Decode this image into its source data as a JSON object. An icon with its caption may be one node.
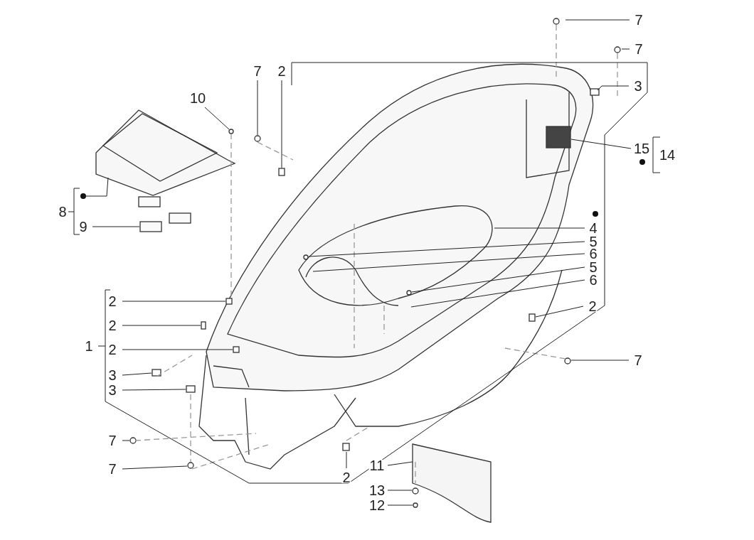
{
  "diagram": {
    "nodes": [
      {
        "text": [
          "7"
        ]
      },
      {
        "text": [
          "7"
        ]
      },
      {
        "text": [
          "7"
        ]
      },
      {
        "text": [
          "2"
        ]
      },
      {
        "text": [
          "3"
        ]
      },
      {
        "text": [
          "10"
        ]
      },
      {
        "text": [
          "15"
        ]
      },
      {
        "text": [
          "14"
        ]
      },
      {
        "text": [
          "8"
        ]
      },
      {
        "text": [
          "9"
        ]
      },
      {
        "text": [
          "4"
        ]
      },
      {
        "text": [
          "5"
        ]
      },
      {
        "text": [
          "6"
        ]
      },
      {
        "text": [
          "5"
        ]
      },
      {
        "text": [
          "6"
        ]
      },
      {
        "text": [
          "2"
        ]
      },
      {
        "text": [
          "2"
        ]
      },
      {
        "text": [
          "2"
        ]
      },
      {
        "text": [
          "1"
        ]
      },
      {
        "text": [
          "2"
        ]
      },
      {
        "text": [
          "7"
        ]
      },
      {
        "text": [
          "3"
        ]
      },
      {
        "text": [
          "3"
        ]
      },
      {
        "text": [
          "7"
        ]
      },
      {
        "text": [
          "11"
        ]
      },
      {
        "text": [
          "7"
        ]
      },
      {
        "text": [
          "2"
        ]
      },
      {
        "text": [
          "13"
        ]
      },
      {
        "text": [
          "12"
        ]
      }
    ],
    "edges": [
      {
        "from": 0,
        "to": null,
        "arrow": "none"
      },
      {
        "from": 1,
        "to": null,
        "arrow": "none"
      },
      {
        "from": 2,
        "to": null,
        "arrow": "none"
      },
      {
        "from": 3,
        "to": null,
        "arrow": "none"
      },
      {
        "from": 4,
        "to": null,
        "arrow": "none"
      },
      {
        "from": 5,
        "to": null,
        "arrow": "none"
      },
      {
        "from": 6,
        "to": null,
        "arrow": "none"
      },
      {
        "from": 7,
        "to": null,
        "arrow": "none"
      },
      {
        "from": 8,
        "to": null,
        "arrow": "none"
      },
      {
        "from": 9,
        "to": null,
        "arrow": "none"
      },
      {
        "from": 10,
        "to": null,
        "arrow": "none"
      },
      {
        "from": 11,
        "to": null,
        "arrow": "none"
      },
      {
        "from": 12,
        "to": null,
        "arrow": "none"
      },
      {
        "from": 13,
        "to": null,
        "arrow": "none"
      },
      {
        "from": 14,
        "to": null,
        "arrow": "none"
      },
      {
        "from": 15,
        "to": null,
        "arrow": "none"
      },
      {
        "from": 16,
        "to": null,
        "arrow": "none"
      },
      {
        "from": 17,
        "to": null,
        "arrow": "none"
      },
      {
        "from": 18,
        "to": null,
        "arrow": "none"
      },
      {
        "from": 19,
        "to": null,
        "arrow": "none"
      },
      {
        "from": 20,
        "to": null,
        "arrow": "none"
      },
      {
        "from": 21,
        "to": null,
        "arrow": "none"
      },
      {
        "from": 22,
        "to": null,
        "arrow": "none"
      },
      {
        "from": 23,
        "to": null,
        "arrow": "none"
      },
      {
        "from": 24,
        "to": null,
        "arrow": "none"
      },
      {
        "from": 25,
        "to": null,
        "arrow": "none"
      },
      {
        "from": 26,
        "to": null,
        "arrow": "none"
      },
      {
        "from": 27,
        "to": null,
        "arrow": "none"
      },
      {
        "from": 28,
        "to": null,
        "arrow": "none"
      }
    ]
  }
}
